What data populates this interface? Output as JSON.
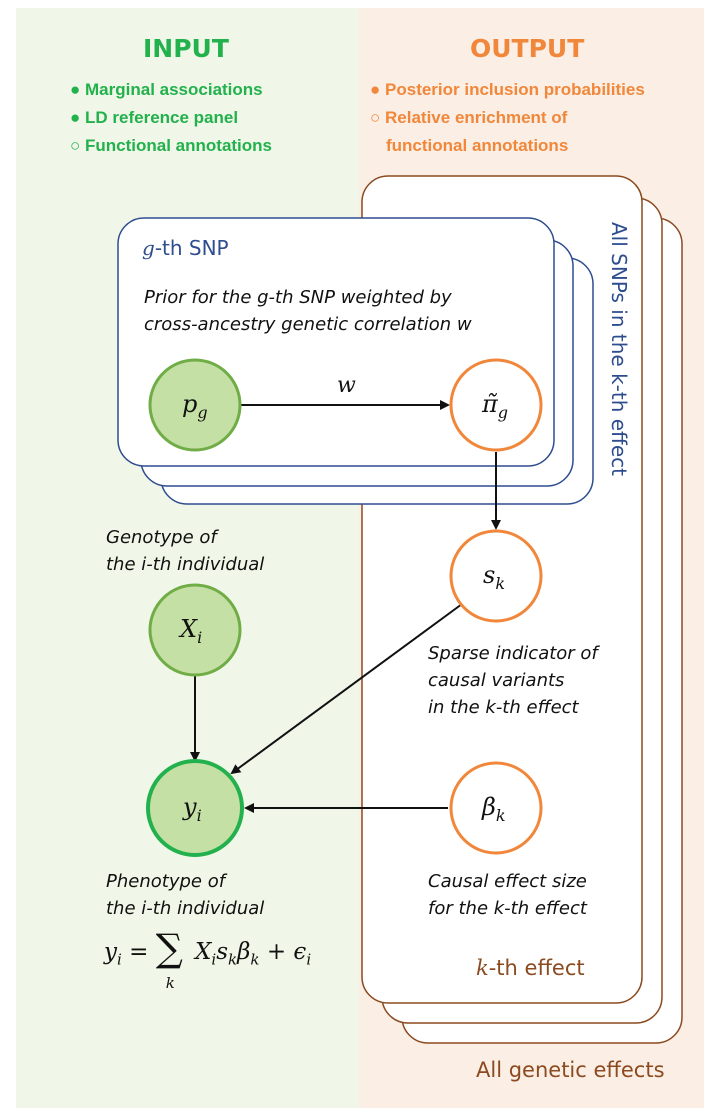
{
  "input": {
    "title": "INPUT",
    "items": [
      {
        "marker": "●",
        "text": "Marginal associations"
      },
      {
        "marker": "●",
        "text": "LD reference panel"
      },
      {
        "marker": "○",
        "text": "Functional annotations"
      }
    ]
  },
  "output": {
    "title": "OUTPUT",
    "items": [
      {
        "marker": "●",
        "text": "Posterior inclusion probabilities"
      },
      {
        "marker": "○",
        "text": "Relative enrichment of"
      },
      {
        "marker": "",
        "text": "functional annotations"
      }
    ]
  },
  "plates": {
    "snp_title": "-th SNP",
    "snp_var": "g",
    "all_snps": "All SNPs in the k-th effect",
    "kth_effect_var": "k",
    "kth_effect": "-th effect",
    "all_effects": "All genetic effects"
  },
  "labels": {
    "prior_line1": "Prior for the g-th SNP weighted by",
    "prior_line2": "cross-ancestry genetic correlation w",
    "edge_w": "w",
    "genotype_line1": "Genotype of",
    "genotype_line2": "the i-th individual",
    "sparse_line1": "Sparse indicator of",
    "sparse_line2": "causal variants",
    "sparse_line3": "in the k-th effect",
    "causal_line1": "Causal effect size",
    "causal_line2": "for the k-th effect",
    "phenotype_line1": "Phenotype of",
    "phenotype_line2": "the i-th individual"
  },
  "nodes": {
    "p": {
      "main": "p",
      "sub": "g"
    },
    "pi": {
      "main": "π̃",
      "sub": "g"
    },
    "s": {
      "main": "s",
      "sub": "k"
    },
    "X": {
      "main": "X",
      "sub": "i"
    },
    "y": {
      "main": "y",
      "sub": "i"
    },
    "beta": {
      "main": "β",
      "sub": "k"
    }
  },
  "equation": {
    "lhs": "y",
    "lhs_sub": "i",
    "eq": " = ",
    "sum": "∑",
    "sum_sub": "k",
    "term": "X",
    "term_sub1": "i",
    "term2": "s",
    "term_sub2": "k",
    "term3": "β",
    "term_sub3": "k",
    "plus": " + ",
    "eps": "ϵ",
    "eps_sub": "i"
  },
  "colors": {
    "green": "#22b14c",
    "orange": "#f0873a",
    "brown": "#8b4a1f",
    "blue": "#2e4d8f",
    "node_green_fill": "#c5e0a5",
    "node_green_stroke": "#70ad47"
  }
}
